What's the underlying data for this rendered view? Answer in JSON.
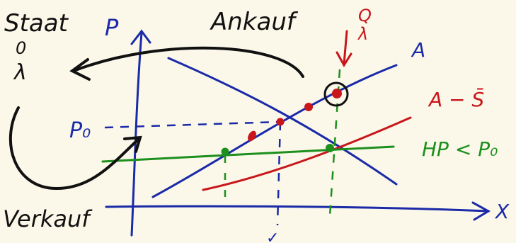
{
  "labels": {
    "staat": "Staat",
    "ankauf": "Ankauf",
    "verkauf": "Verkauf",
    "p_axis": "P",
    "x_axis": "X",
    "p0": "P₀",
    "a_curve": "A",
    "a_minus": "A − S̄̄",
    "hp": "HP < P₀",
    "q_top": "Q",
    "q_bottom": "λ",
    "staat_num": "0",
    "staat_lambda": "λ",
    "bottom_tick": "✓"
  },
  "colors": {
    "ink": "#111111",
    "blue": "#1a2aa8",
    "red": "#c8161b",
    "green": "#1c8f1c",
    "background": "#fbf8e9"
  }
}
